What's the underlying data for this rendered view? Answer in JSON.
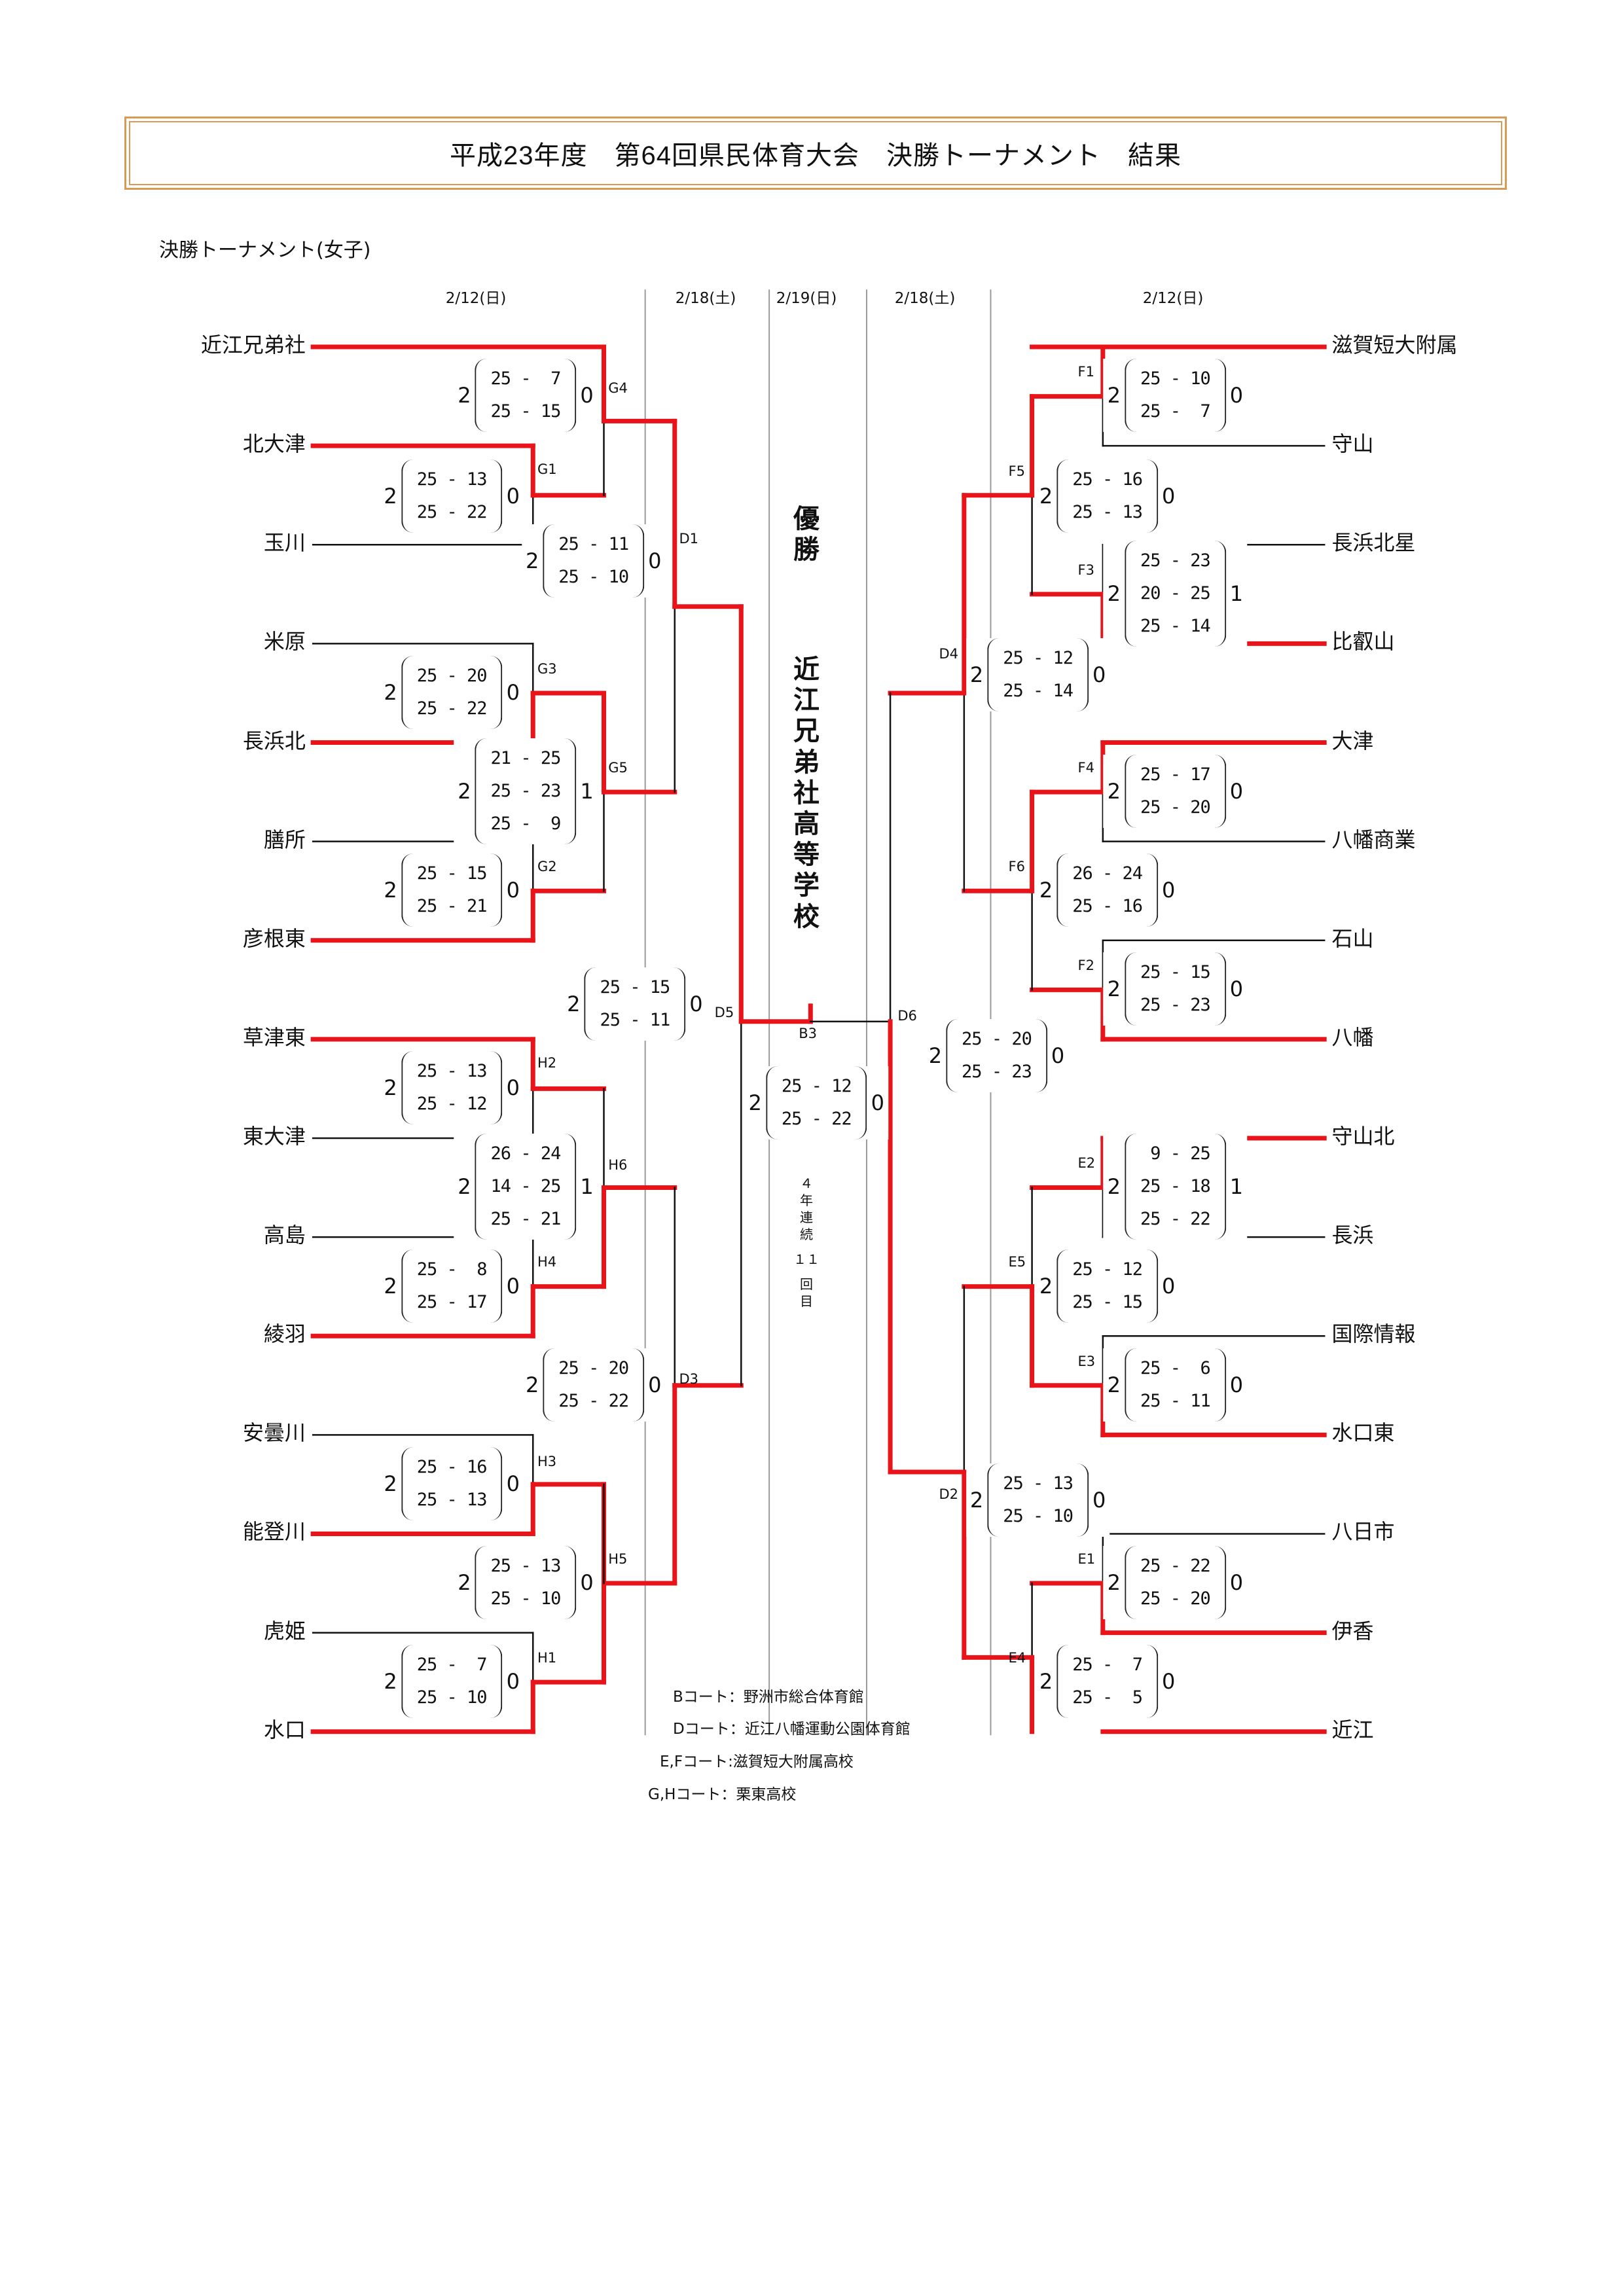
{
  "title": "平成23年度　第64回県民体育大会　決勝トーナメント　結果",
  "subtitle": "決勝トーナメント(女子)",
  "dates": {
    "left_round1": "2/12(日)",
    "left_round2": "2/18(土)",
    "final": "2/19(日)",
    "right_round2": "2/18(土)",
    "right_round1": "2/12(日)"
  },
  "colors": {
    "winner_line": "#e8141a",
    "line": "#111111",
    "separator": "#9a9a9a",
    "title_border": "#d89a55"
  },
  "champion": {
    "label": "優勝",
    "school": "近江兄弟社高等学校",
    "streak_chars": [
      "４",
      "年",
      "連",
      "続",
      "１１",
      "回",
      "目"
    ]
  },
  "left_teams": [
    "近江兄弟社",
    "北大津",
    "玉川",
    "米原",
    "長浜北",
    "膳所",
    "彦根東",
    "草津東",
    "東大津",
    "高島",
    "綾羽",
    "安曇川",
    "能登川",
    "虎姫",
    "水口"
  ],
  "right_teams": [
    "滋賀短大附属",
    "守山",
    "長浜北星",
    "比叡山",
    "大津",
    "八幡商業",
    "石山",
    "八幡",
    "守山北",
    "長浜",
    "国際情報",
    "水口東",
    "八日市",
    "伊香",
    "近江"
  ],
  "matches": [
    {
      "id": "G1",
      "label": "G1",
      "winner_sets": "2",
      "loser_sets": "0",
      "sets": [
        "25 - 13",
        "25 - 22"
      ]
    },
    {
      "id": "G4",
      "label": "G4",
      "winner_sets": "2",
      "loser_sets": "0",
      "sets": [
        "25 -  7",
        "25 - 15"
      ]
    },
    {
      "id": "D1",
      "label": "D1",
      "winner_sets": "2",
      "loser_sets": "0",
      "sets": [
        "25 - 11",
        "25 - 10"
      ]
    },
    {
      "id": "G3",
      "label": "G3",
      "winner_sets": "2",
      "loser_sets": "0",
      "sets": [
        "25 - 20",
        "25 - 22"
      ]
    },
    {
      "id": "G5",
      "label": "G5",
      "winner_sets": "2",
      "loser_sets": "1",
      "sets": [
        "21 - 25",
        "25 - 23",
        "25 -  9"
      ]
    },
    {
      "id": "G2",
      "label": "G2",
      "winner_sets": "2",
      "loser_sets": "0",
      "sets": [
        "25 - 15",
        "25 - 21"
      ]
    },
    {
      "id": "D5",
      "label": "D5",
      "winner_sets": "2",
      "loser_sets": "0",
      "sets": [
        "25 - 15",
        "25 - 11"
      ]
    },
    {
      "id": "H2",
      "label": "H2",
      "winner_sets": "2",
      "loser_sets": "0",
      "sets": [
        "25 - 13",
        "25 - 12"
      ]
    },
    {
      "id": "H6",
      "label": "H6",
      "winner_sets": "2",
      "loser_sets": "1",
      "sets": [
        "26 - 24",
        "14 - 25",
        "25 - 21"
      ]
    },
    {
      "id": "H4",
      "label": "H4",
      "winner_sets": "2",
      "loser_sets": "0",
      "sets": [
        "25 -  8",
        "25 - 17"
      ]
    },
    {
      "id": "D3",
      "label": "D3",
      "winner_sets": "2",
      "loser_sets": "0",
      "sets": [
        "25 - 20",
        "25 - 22"
      ]
    },
    {
      "id": "H3",
      "label": "H3",
      "winner_sets": "2",
      "loser_sets": "0",
      "sets": [
        "25 - 16",
        "25 - 13"
      ]
    },
    {
      "id": "H5",
      "label": "H5",
      "winner_sets": "2",
      "loser_sets": "0",
      "sets": [
        "25 - 13",
        "25 - 10"
      ]
    },
    {
      "id": "H1",
      "label": "H1",
      "winner_sets": "2",
      "loser_sets": "0",
      "sets": [
        "25 -  7",
        "25 - 10"
      ]
    },
    {
      "id": "B3",
      "label": "B3",
      "winner_sets": "2",
      "loser_sets": "0",
      "sets": [
        "25 - 12",
        "25 - 22"
      ]
    },
    {
      "id": "F1",
      "label": "F1",
      "winner_sets": "2",
      "loser_sets": "0",
      "sets": [
        "25 - 10",
        "25 -  7"
      ]
    },
    {
      "id": "F5",
      "label": "F5",
      "winner_sets": "2",
      "loser_sets": "0",
      "sets": [
        "25 - 16",
        "25 - 13"
      ]
    },
    {
      "id": "F3",
      "label": "F3",
      "winner_sets": "2",
      "loser_sets": "1",
      "sets": [
        "25 - 23",
        "20 - 25",
        "25 - 14"
      ]
    },
    {
      "id": "D4",
      "label": "D4",
      "winner_sets": "2",
      "loser_sets": "0",
      "sets": [
        "25 - 12",
        "25 - 14"
      ]
    },
    {
      "id": "F4",
      "label": "F4",
      "winner_sets": "2",
      "loser_sets": "0",
      "sets": [
        "25 - 17",
        "25 - 20"
      ]
    },
    {
      "id": "F6",
      "label": "F6",
      "winner_sets": "2",
      "loser_sets": "0",
      "sets": [
        "26 - 24",
        "25 - 16"
      ]
    },
    {
      "id": "F2",
      "label": "F2",
      "winner_sets": "2",
      "loser_sets": "0",
      "sets": [
        "25 - 15",
        "25 - 23"
      ]
    },
    {
      "id": "D6",
      "label": "D6",
      "winner_sets": "2",
      "loser_sets": "0",
      "sets": [
        "25 - 20",
        "25 - 23"
      ]
    },
    {
      "id": "E2",
      "label": "E2",
      "winner_sets": "2",
      "loser_sets": "1",
      "sets": [
        " 9 - 25",
        "25 - 18",
        "25 - 22"
      ]
    },
    {
      "id": "E5",
      "label": "E5",
      "winner_sets": "2",
      "loser_sets": "0",
      "sets": [
        "25 - 12",
        "25 - 15"
      ]
    },
    {
      "id": "E3",
      "label": "E3",
      "winner_sets": "2",
      "loser_sets": "0",
      "sets": [
        "25 -  6",
        "25 - 11"
      ]
    },
    {
      "id": "D2",
      "label": "D2",
      "winner_sets": "2",
      "loser_sets": "0",
      "sets": [
        "25 - 13",
        "25 - 10"
      ]
    },
    {
      "id": "E1",
      "label": "E1",
      "winner_sets": "2",
      "loser_sets": "0",
      "sets": [
        "25 - 22",
        "25 - 20"
      ]
    },
    {
      "id": "E4",
      "label": "E4",
      "winner_sets": "2",
      "loser_sets": "0",
      "sets": [
        "25 -  7",
        "25 -  5"
      ]
    }
  ],
  "courts": [
    "Bコート：野洲市総合体育館",
    "Dコート：近江八幡運動公園体育館",
    "E,Fコート:滋賀短大附属高校",
    "G,Hコート：栗東高校"
  ]
}
